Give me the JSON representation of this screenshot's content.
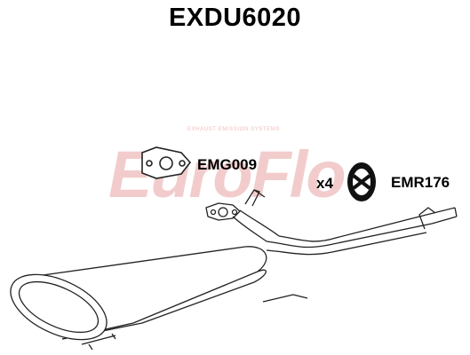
{
  "title": "EXDU6020",
  "watermark": {
    "brand": "EuroFlo",
    "tagline": "EXHAUST EMISSION SYSTEMS"
  },
  "parts": [
    {
      "code": "EMG009",
      "icon": "gasket-icon"
    },
    {
      "quantity": "x4",
      "code": "EMR176",
      "icon": "rubber-mount-icon"
    }
  ],
  "colors": {
    "watermark": "#f2cccc",
    "line": "#222222"
  }
}
